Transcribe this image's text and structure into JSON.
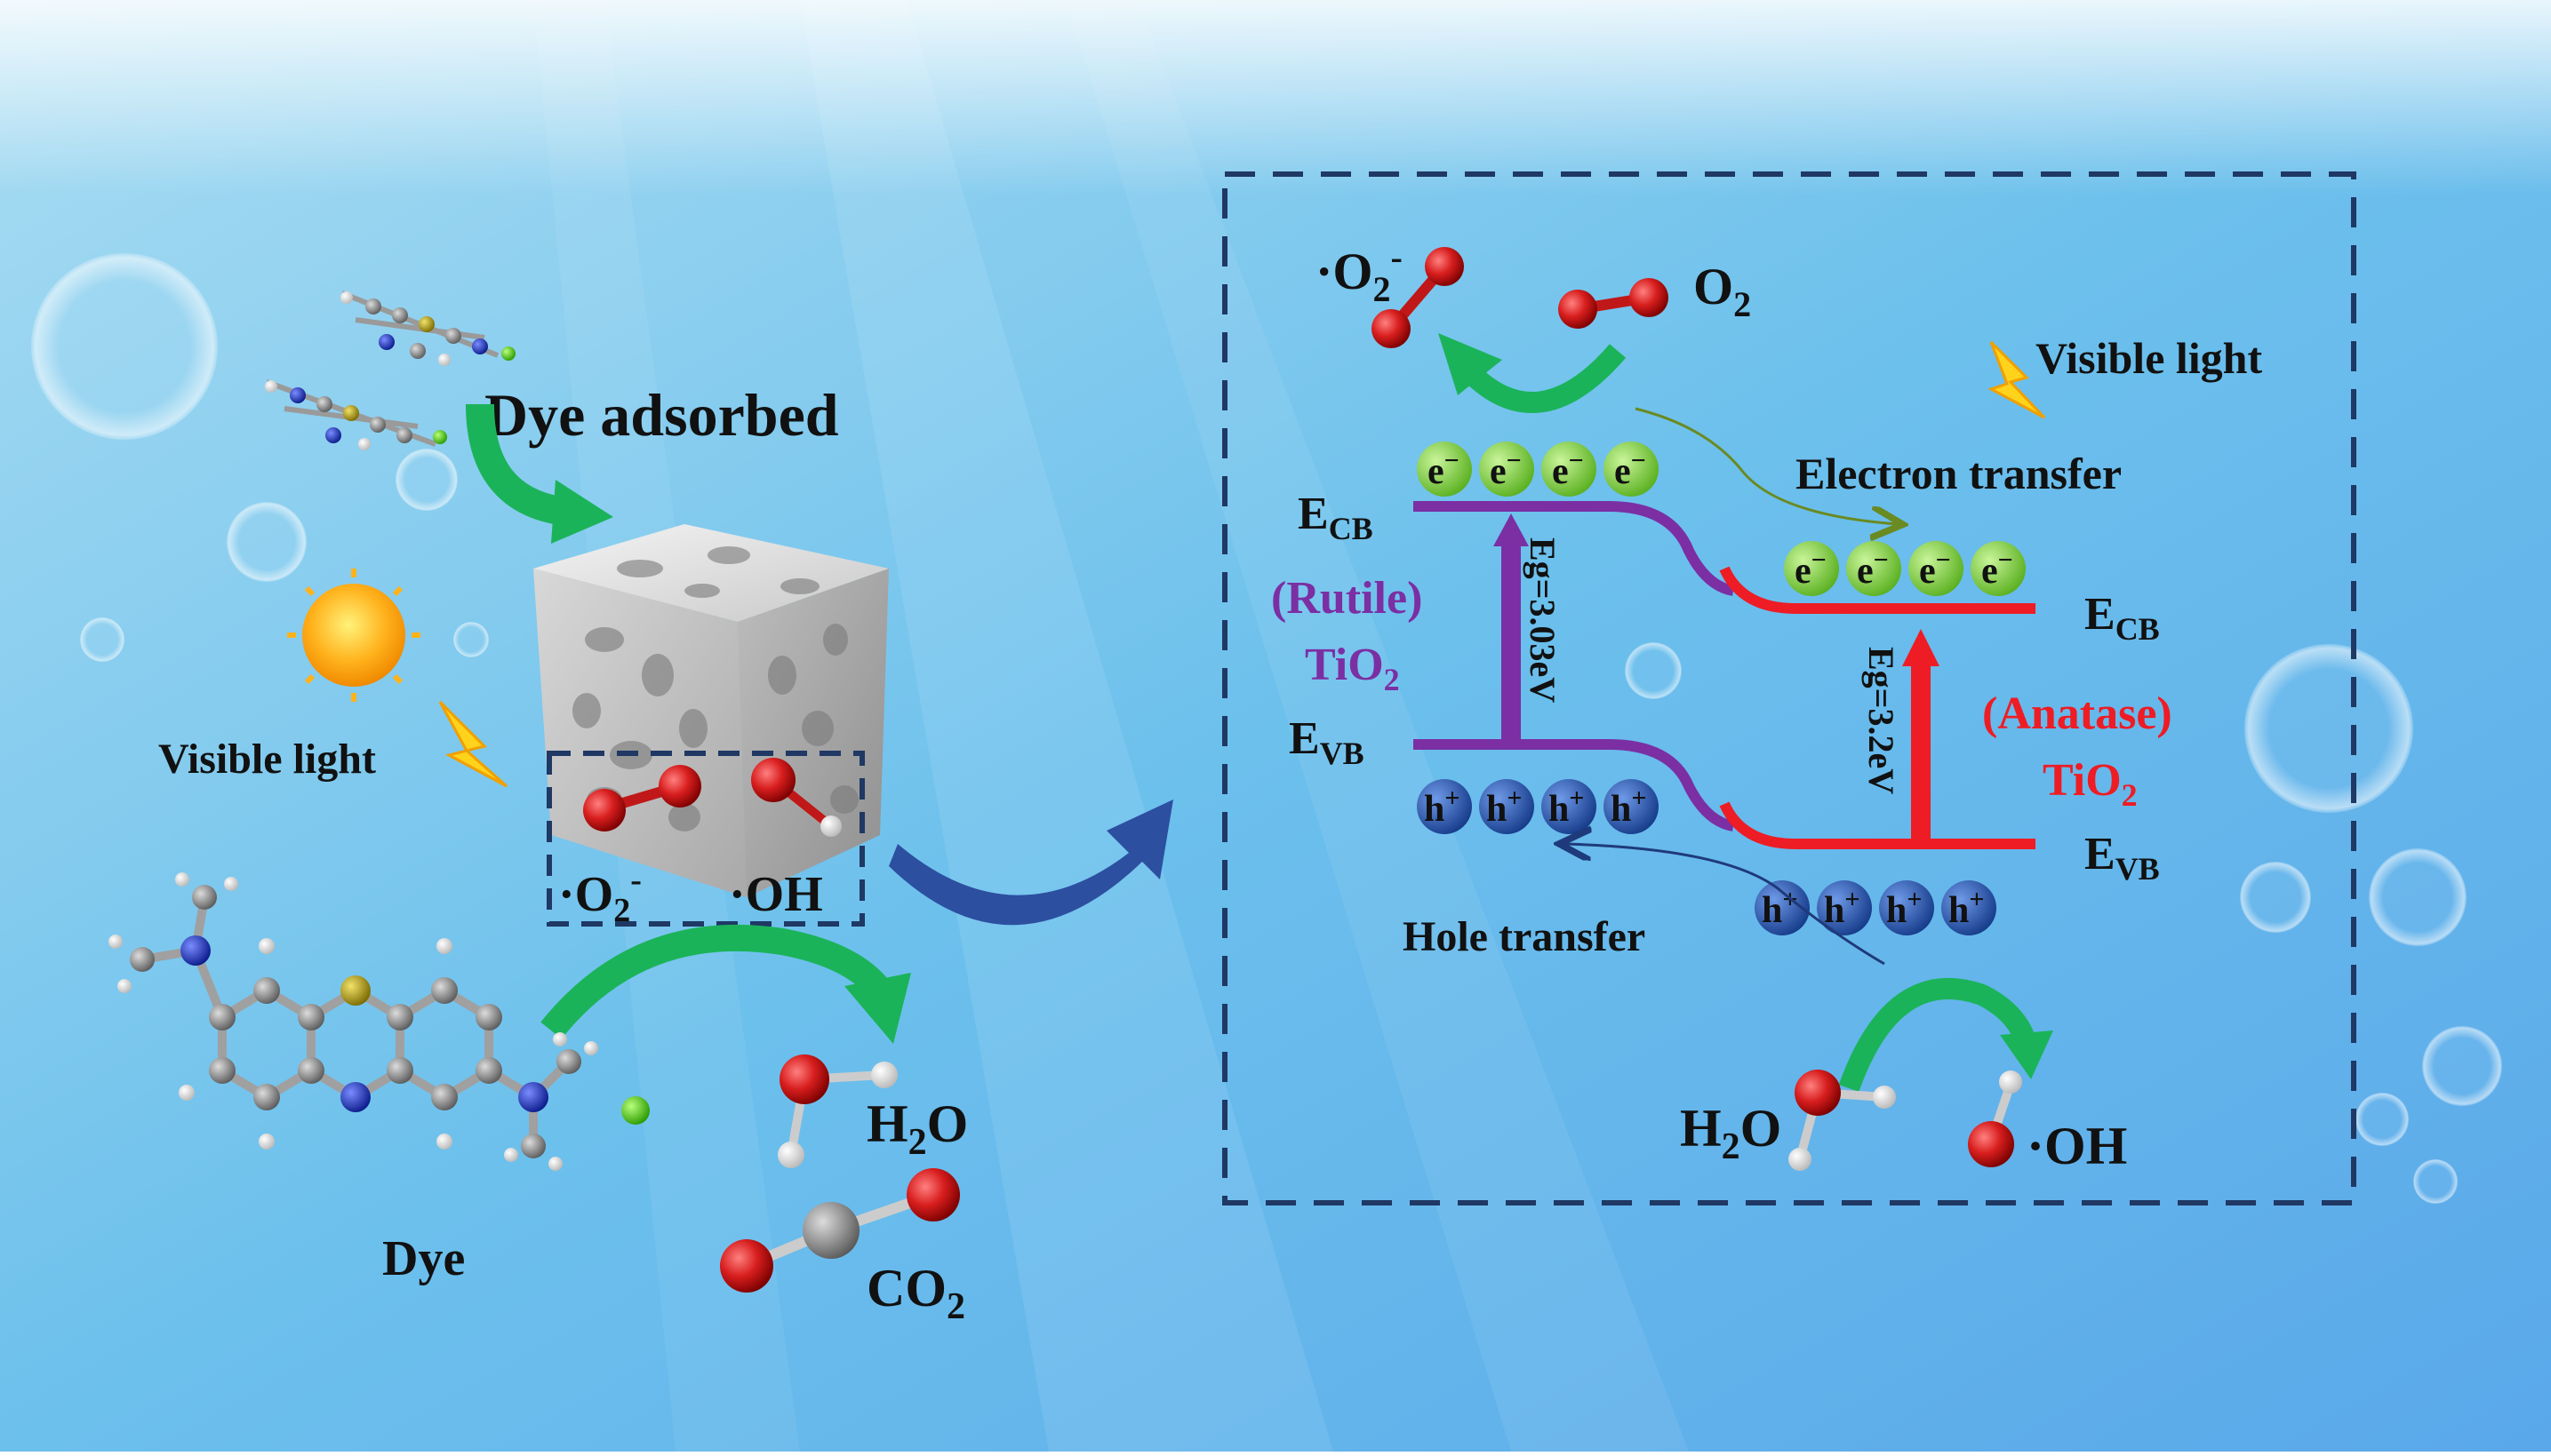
{
  "left_panel": {
    "dye_adsorbed": "Dye adsorbed",
    "visible_light": "Visible light",
    "dye": "Dye",
    "o2_radical": "·O",
    "o2_radical_sub": "2",
    "o2_radical_sup": "-",
    "oh_radical": "·OH",
    "h2o_a": "H",
    "h2o_sub": "2",
    "h2o_b": "O",
    "co2_a": "CO",
    "co2_sub": "2"
  },
  "right_panel": {
    "o2_radical": "·O",
    "o2_radical_sub": "2",
    "o2_radical_sup": "-",
    "o2": "O",
    "o2_sub": "2",
    "visible_light": "Visible light",
    "electron_transfer": "Electron transfer",
    "hole_transfer": "Hole transfer",
    "ecb": "E",
    "ecb_sub": "CB",
    "evb": "E",
    "evb_sub": "VB",
    "rutile_phase": "(Rutile)",
    "rutile_tio": "TiO",
    "rutile_tio_sub": "2",
    "anatase_phase": "(Anatase)",
    "anatase_tio": "TiO",
    "anatase_tio_sub": "2",
    "eg_rutile": "Eg=3.03eV",
    "eg_anatase": "Eg=3.2eV",
    "electron": "e",
    "electron_sup": "−",
    "hole": "h",
    "hole_sup": "+",
    "h2o_a": "H",
    "h2o_sub": "2",
    "h2o_b": "O",
    "oh_radical": "·OH"
  },
  "colors": {
    "rutile": "#7b2fa3",
    "anatase": "#ee1c24",
    "frame": "#1f3864",
    "green_arrow": "#1bb35a",
    "electron": "#8ccf4a",
    "hole": "#2e5fb8",
    "oxygen": "#d81e1e",
    "hydrogen": "#f0f0f0",
    "carbon": "#8a8a8a",
    "nitrogen": "#1530c8",
    "sulfur": "#b8a000"
  }
}
